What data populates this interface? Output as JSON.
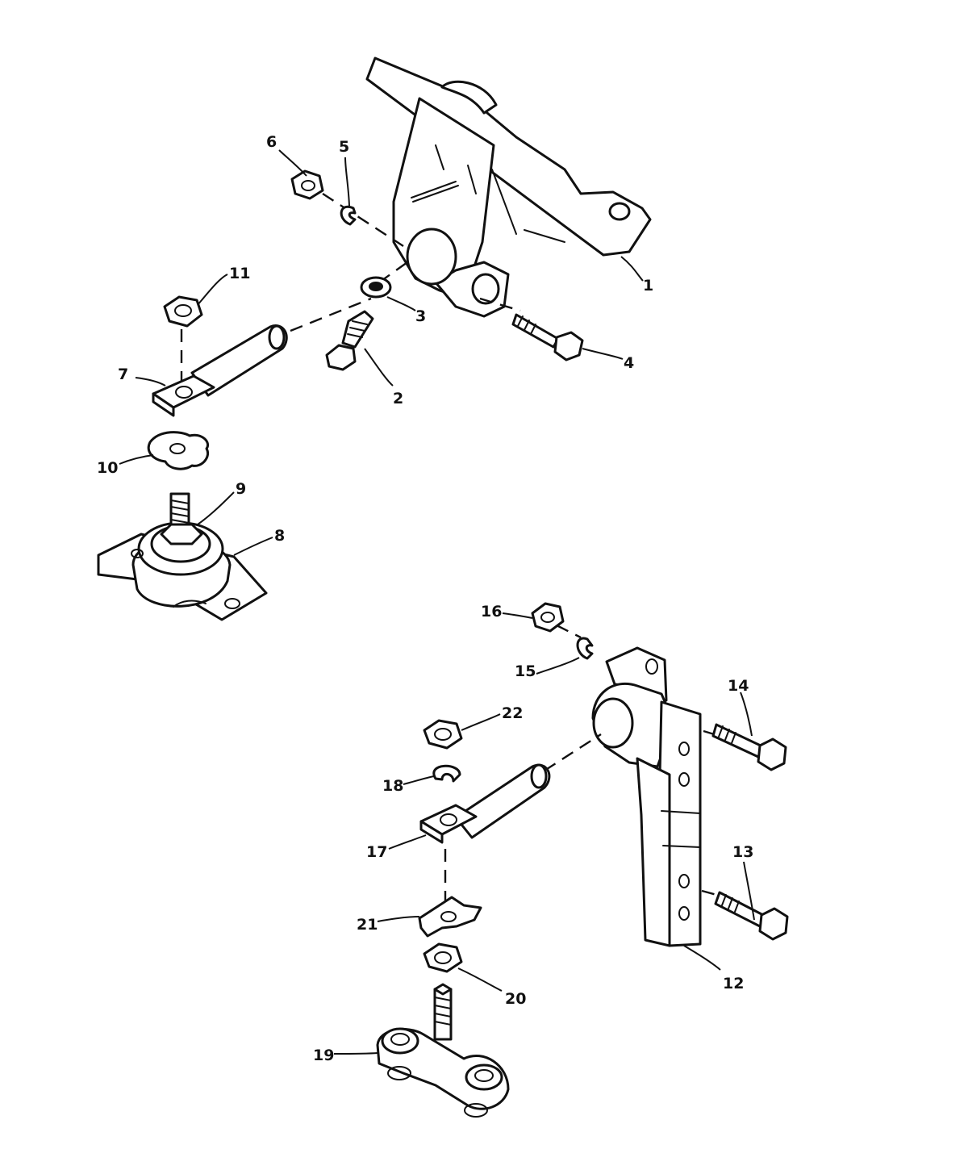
{
  "diagram": {
    "type": "exploded-parts-view",
    "callouts": [
      {
        "id": "1",
        "label": "1"
      },
      {
        "id": "2",
        "label": "2"
      },
      {
        "id": "3",
        "label": "3"
      },
      {
        "id": "4",
        "label": "4"
      },
      {
        "id": "5",
        "label": "5"
      },
      {
        "id": "6",
        "label": "6"
      },
      {
        "id": "7",
        "label": "7"
      },
      {
        "id": "8",
        "label": "8"
      },
      {
        "id": "9",
        "label": "9"
      },
      {
        "id": "10",
        "label": "10"
      },
      {
        "id": "11",
        "label": "11"
      },
      {
        "id": "12",
        "label": "12"
      },
      {
        "id": "13",
        "label": "13"
      },
      {
        "id": "14",
        "label": "14"
      },
      {
        "id": "15",
        "label": "15"
      },
      {
        "id": "16",
        "label": "16"
      },
      {
        "id": "17",
        "label": "17"
      },
      {
        "id": "18",
        "label": "18"
      },
      {
        "id": "19",
        "label": "19"
      },
      {
        "id": "20",
        "label": "20"
      },
      {
        "id": "21",
        "label": "21"
      },
      {
        "id": "22",
        "label": "22"
      }
    ]
  }
}
